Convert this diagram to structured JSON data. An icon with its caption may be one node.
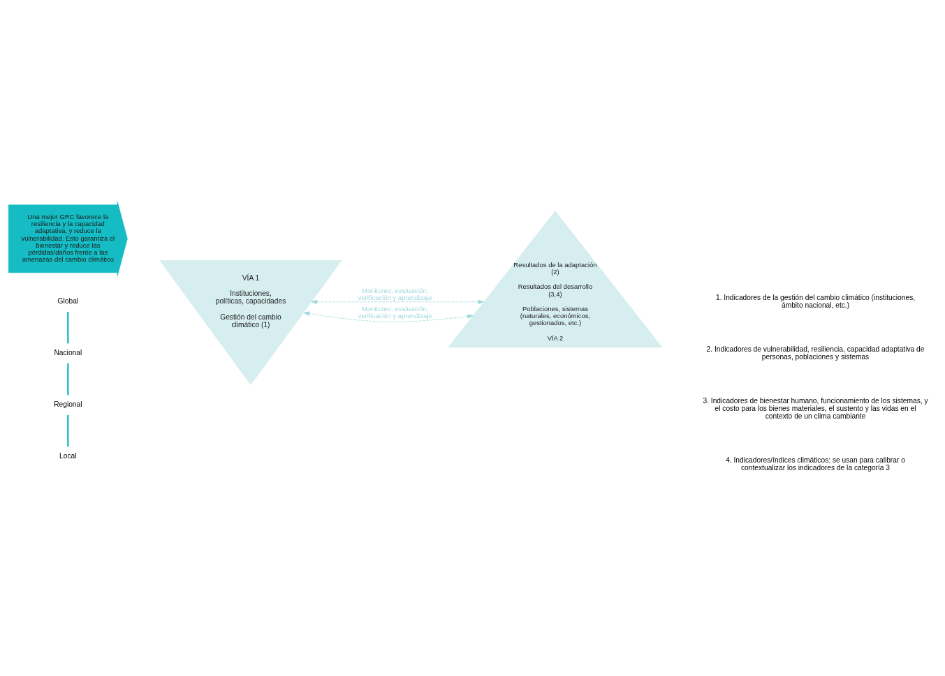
{
  "diagram": {
    "nodes": [
      {
        "text": [
          "VÍA 1",
          "Instituciones, políticas, capacidades",
          "Gestión del cambio climático (1)"
        ]
      },
      {
        "text": [
          "Una mejor GRC favorece la resiliencia y la capacidad adaptativa, y reduce la vulnerabilidad. Esto garantiza el bienestar y reduce las pérdidas/daños frente a las amenazas del cambio climático"
        ]
      },
      {
        "text": [
          "Resultados de la adaptación (2)",
          "Resultados del desarrollo (3,4)",
          "Poblaciones, sistemas (naturales, económicos, gestionados, etc.)",
          "VÍA 2"
        ]
      }
    ],
    "edges": [
      {
        "from": 0,
        "to": 2,
        "arrow": "both",
        "label": "Monitoreo, evaluación, verificación y aprendizaje",
        "style": "dashed",
        "color": "#9fd8dc"
      },
      {
        "from": 2,
        "to": 0,
        "arrow": "both",
        "label": "Monitoreo, evaluación, verificación y aprendizaje",
        "style": "dashed",
        "color": "#9fd8dc"
      }
    ],
    "labels": [
      "Global",
      "Nacional",
      "Regional",
      "Local",
      "1. Indicadores de la gestión del cambio climático (instituciones, ámbito nacional, etc.)",
      "2. Indicadores de vulnerabilidad, resiliencia, capacidad adaptativa de personas, poblaciones y sistemas",
      "3. Indicadores de bienestar humano, funcionamiento de los sistemas, y el costo para los bienes materiales, el sustento y las vidas en el contexto de un clima cambiante",
      "4. Indicadores/índices climáticos: se usan para calibrar o contextualizar los indicadores de la categoría 3"
    ]
  }
}
